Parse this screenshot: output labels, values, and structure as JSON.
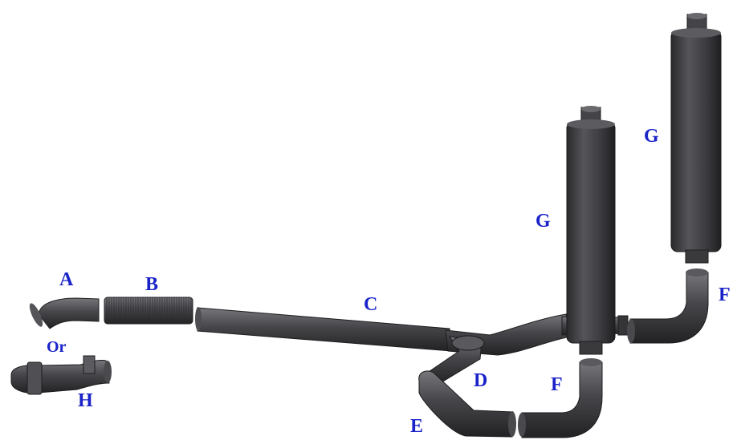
{
  "labels": {
    "A": "A",
    "B": "B",
    "C": "C",
    "D": "D",
    "E": "E",
    "F1": "F",
    "F2": "F",
    "G1": "G",
    "G2": "G",
    "H": "H",
    "or": "Or"
  },
  "colors": {
    "label": "#1a23c8",
    "pipe": "#3f3f42",
    "pipe_highlight": "#6b6b70",
    "pipe_shadow": "#232325",
    "background": "#ffffff"
  }
}
